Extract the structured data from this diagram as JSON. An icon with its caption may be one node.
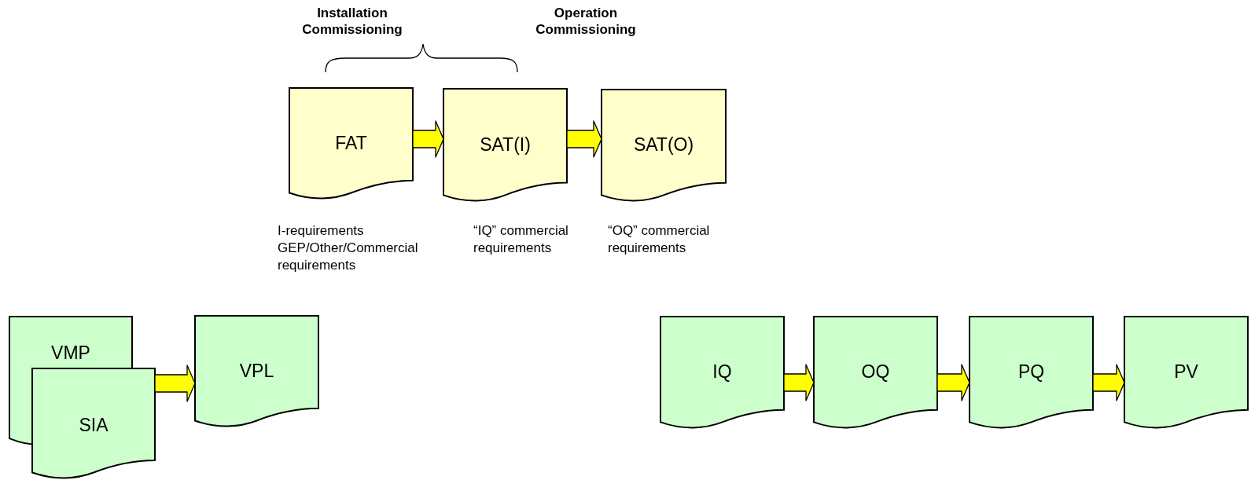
{
  "diagram": {
    "nodes": [
      {
        "text": [
          "FAT"
        ],
        "beside": [
          "I-requirements GEP/Other/Commercial requirements"
        ]
      },
      {
        "text": [
          "SAT(I)"
        ],
        "beside": [
          "“IQ” commercial requirements"
        ]
      },
      {
        "text": [
          "SAT(O)"
        ],
        "beside": [
          "“OQ” commercial requirements"
        ]
      },
      {
        "text": [
          "VMP"
        ]
      },
      {
        "text": [
          "SIA"
        ]
      },
      {
        "text": [
          "VPL"
        ]
      },
      {
        "text": [
          "IQ"
        ]
      },
      {
        "text": [
          "OQ"
        ]
      },
      {
        "text": [
          "PQ"
        ]
      },
      {
        "text": [
          "PV"
        ]
      }
    ],
    "edges": [
      {
        "from": 0,
        "to": 1,
        "arrow": "to"
      },
      {
        "from": 1,
        "to": 2,
        "arrow": "to"
      },
      {
        "from": 4,
        "to": 5,
        "arrow": "to"
      },
      {
        "from": 6,
        "to": 7,
        "arrow": "to"
      },
      {
        "from": 7,
        "to": 8,
        "arrow": "to"
      },
      {
        "from": 8,
        "to": 9,
        "arrow": "to"
      }
    ],
    "labels": [
      "Installation Commissioning",
      "Operation Commissioning"
    ]
  }
}
